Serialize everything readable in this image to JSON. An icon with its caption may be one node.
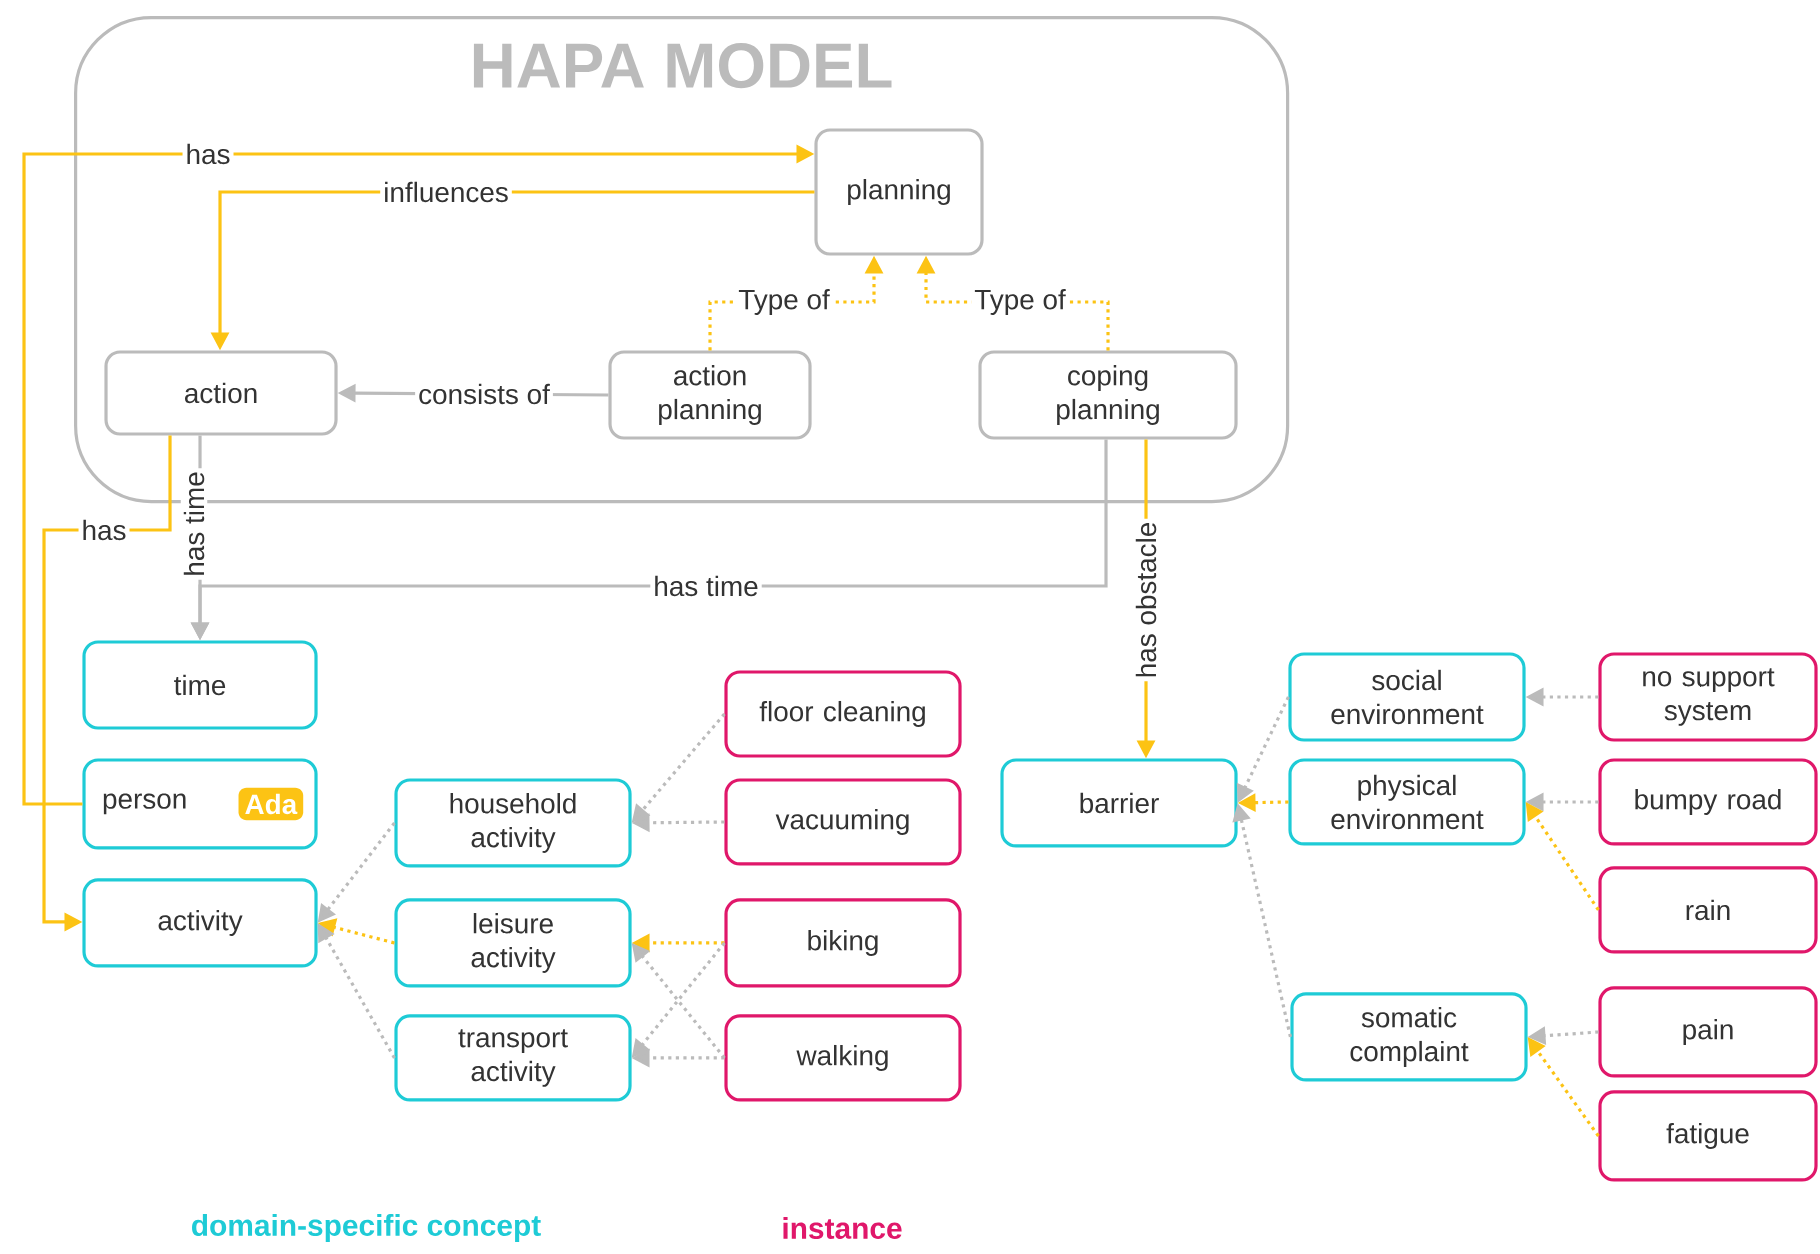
{
  "diagram": {
    "nodes": [
      {
        "text": [
          "HAPA MODEL"
        ]
      },
      {
        "text": [
          "planning"
        ],
        "in": 0
      },
      {
        "text": [
          "action"
        ],
        "in": 0
      },
      {
        "text": [
          "action planning"
        ],
        "in": 0
      },
      {
        "text": [
          "coping planning"
        ],
        "in": 0
      },
      {
        "text": [
          "time"
        ]
      },
      {
        "text": [
          "person",
          "Ada"
        ]
      },
      {
        "text": [
          "activity"
        ]
      },
      {
        "text": [
          "household activity"
        ]
      },
      {
        "text": [
          "leisure activity"
        ]
      },
      {
        "text": [
          "transport activity"
        ]
      },
      {
        "text": [
          "floor cleaning"
        ]
      },
      {
        "text": [
          "vacuuming"
        ]
      },
      {
        "text": [
          "biking"
        ]
      },
      {
        "text": [
          "walking"
        ]
      },
      {
        "text": [
          "barrier"
        ]
      },
      {
        "text": [
          "social environment"
        ]
      },
      {
        "text": [
          "physical environment"
        ]
      },
      {
        "text": [
          "somatic complaint"
        ]
      },
      {
        "text": [
          "no support system"
        ]
      },
      {
        "text": [
          "bumpy road"
        ]
      },
      {
        "text": [
          "rain"
        ]
      },
      {
        "text": [
          "pain"
        ]
      },
      {
        "text": [
          "fatigue"
        ]
      }
    ],
    "edges": [
      {
        "from": 6,
        "to": 1,
        "arrow": "to",
        "label": "has",
        "color": "#fcc314"
      },
      {
        "from": 1,
        "to": 2,
        "arrow": "to",
        "label": "influences",
        "color": "#fcc314"
      },
      {
        "from": 3,
        "to": 2,
        "arrow": "to",
        "label": "consists of"
      },
      {
        "from": 3,
        "to": 1,
        "arrow": "to",
        "label": "Type of",
        "style": "dashed",
        "color": "#fcc314"
      },
      {
        "from": 4,
        "to": 1,
        "arrow": "to",
        "label": "Type of",
        "style": "dashed",
        "color": "#fcc314"
      },
      {
        "from": 2,
        "to": 5,
        "arrow": "to",
        "label": "has time"
      },
      {
        "from": 4,
        "to": 5,
        "arrow": "to",
        "label": "has time"
      },
      {
        "from": 4,
        "to": 15,
        "arrow": "to",
        "label": "has obstacle",
        "color": "#fcc314"
      },
      {
        "from": 2,
        "to": 7,
        "arrow": "to",
        "label": "has",
        "color": "#fcc314"
      },
      {
        "from": 8,
        "to": 7,
        "arrow": "to",
        "style": "dashed"
      },
      {
        "from": 9,
        "to": 7,
        "arrow": "to",
        "style": "dashed",
        "color": "#fcc314"
      },
      {
        "from": 10,
        "to": 7,
        "arrow": "to",
        "style": "dashed"
      },
      {
        "from": 11,
        "to": 8,
        "arrow": "to",
        "style": "dashed"
      },
      {
        "from": 12,
        "to": 8,
        "arrow": "to",
        "style": "dashed"
      },
      {
        "from": 13,
        "to": 9,
        "arrow": "to",
        "style": "dashed",
        "color": "#fcc314"
      },
      {
        "from": 13,
        "to": 10,
        "arrow": "to",
        "style": "dashed"
      },
      {
        "from": 14,
        "to": 9,
        "arrow": "to",
        "style": "dashed"
      },
      {
        "from": 14,
        "to": 10,
        "arrow": "to",
        "style": "dashed"
      },
      {
        "from": 16,
        "to": 15,
        "arrow": "to",
        "style": "dashed"
      },
      {
        "from": 17,
        "to": 15,
        "arrow": "to",
        "style": "dashed",
        "color": "#fcc314"
      },
      {
        "from": 18,
        "to": 15,
        "arrow": "to",
        "style": "dashed"
      },
      {
        "from": 19,
        "to": 16,
        "arrow": "to",
        "style": "dashed"
      },
      {
        "from": 20,
        "to": 17,
        "arrow": "to",
        "style": "dashed"
      },
      {
        "from": 21,
        "to": 17,
        "arrow": "to",
        "style": "dashed",
        "color": "#fcc314"
      },
      {
        "from": 22,
        "to": 18,
        "arrow": "to",
        "style": "dashed"
      },
      {
        "from": 23,
        "to": 18,
        "arrow": "to",
        "style": "dashed",
        "color": "#fcc314"
      }
    ],
    "legend": [
      {
        "text": "domain-specific concept",
        "color": "#1ecbd6"
      },
      {
        "text": "instance",
        "color": "#e0176a"
      }
    ]
  }
}
